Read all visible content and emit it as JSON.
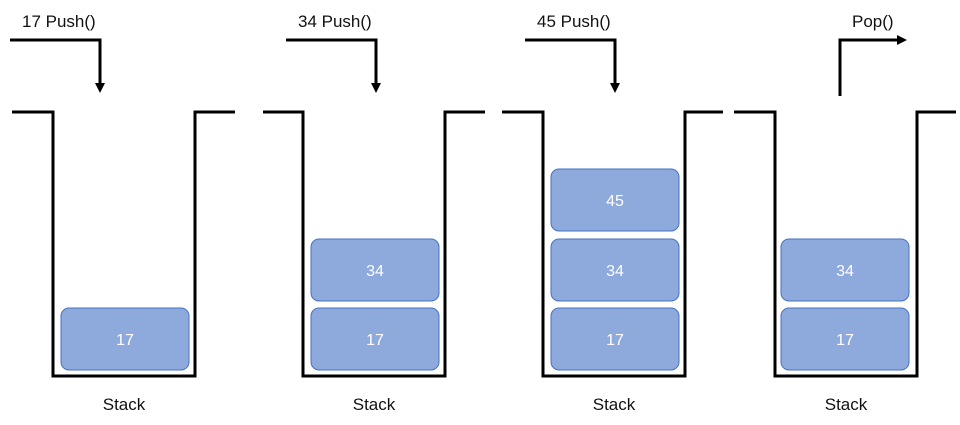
{
  "colors": {
    "box_fill": "#8EA9DB",
    "box_stroke": "#4472C4",
    "line": "#000000",
    "box_text": "#ffffff"
  },
  "panels": [
    {
      "operation": "17 Push()",
      "direction": "push",
      "caption": "Stack",
      "items": [
        "17"
      ]
    },
    {
      "operation": "34 Push()",
      "direction": "push",
      "caption": "Stack",
      "items": [
        "17",
        "34"
      ]
    },
    {
      "operation": "45 Push()",
      "direction": "push",
      "caption": "Stack",
      "items": [
        "17",
        "34",
        "45"
      ]
    },
    {
      "operation": "Pop()",
      "direction": "pop",
      "caption": "Stack",
      "items": [
        "17",
        "34"
      ]
    }
  ]
}
